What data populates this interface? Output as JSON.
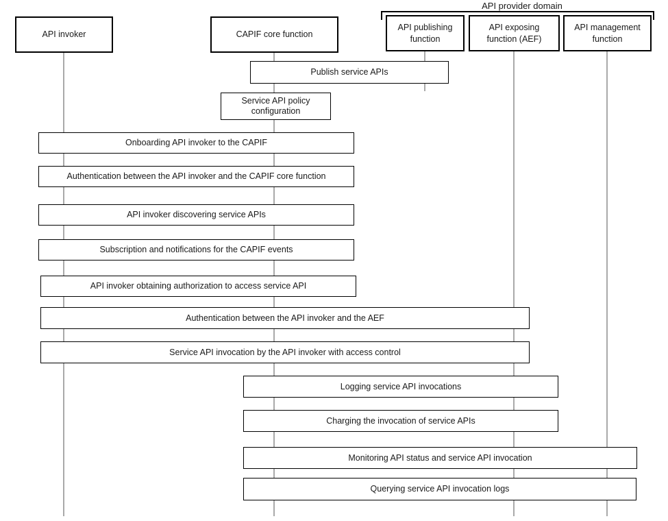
{
  "diagram": {
    "provider_domain_label": "API provider domain",
    "participants": [
      {
        "label": "API invoker"
      },
      {
        "label": "CAPIF core function"
      },
      {
        "label": "API publishing function"
      },
      {
        "label": "API exposing function (AEF)"
      },
      {
        "label": "API management function"
      }
    ],
    "events": [
      {
        "label": "Publish service APIs"
      },
      {
        "label": "Service API policy configuration"
      },
      {
        "label": "Onboarding API invoker to the CAPIF"
      },
      {
        "label": "Authentication between the API invoker and the CAPIF core function"
      },
      {
        "label": "API invoker discovering service APIs"
      },
      {
        "label": "Subscription and notifications for the CAPIF events"
      },
      {
        "label": "API invoker obtaining authorization to access service API"
      },
      {
        "label": "Authentication between the API invoker and the AEF"
      },
      {
        "label": "Service API invocation by the API invoker with access control"
      },
      {
        "label": "Logging service API invocations"
      },
      {
        "label": "Charging the invocation of service APIs"
      },
      {
        "label": "Monitoring API status and service API invocation"
      },
      {
        "label": "Querying service API invocation logs"
      }
    ],
    "colors": {
      "border": "#000000",
      "lifeline": "#a9a9a9",
      "background": "#ffffff",
      "text": "#1a1a1a"
    }
  }
}
